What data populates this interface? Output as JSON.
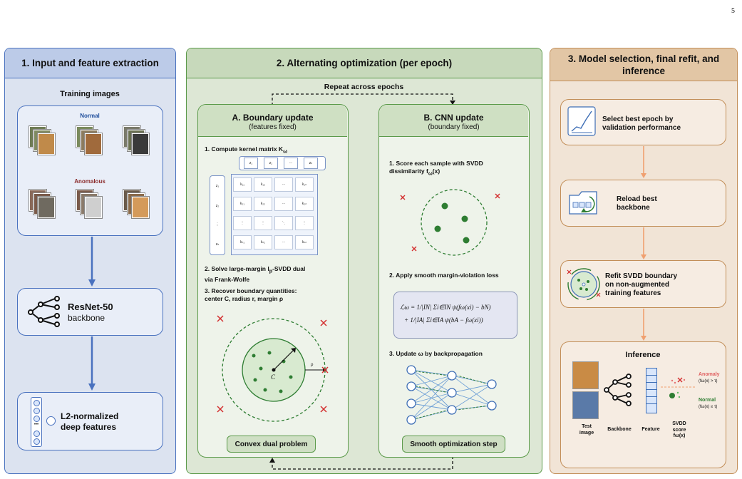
{
  "page_number": "5",
  "panel1": {
    "title": "1. Input and feature extraction",
    "training_images": "Training images",
    "normal": "Normal",
    "anomalous": "Anomalous",
    "backbone_name": "ResNet-50",
    "backbone_sub": "backbone",
    "features_line1": "L2-normalized",
    "features_line2": "deep features",
    "vector_dots": "•••"
  },
  "panel2": {
    "title": "2. Alternating optimization (per epoch)",
    "repeat": "Repeat across epochs",
    "a_title": "A. Boundary update",
    "a_sub": "(features fixed)",
    "a_step1": "1. Compute kernel matrix K",
    "a_step1_sub": "ω",
    "a_step2_l1": "2. Solve large-margin l",
    "a_step2_sub": "p",
    "a_step2_l1b": "-SVDD dual",
    "a_step2_l2": "via Frank-Wolfe",
    "a_step3_l1": "3. Recover boundary quantities:",
    "a_step3_l2": "center C, radius r, margin ρ",
    "center_label": "C",
    "rho_label": "ρ",
    "a_footer": "Convex dual problem",
    "matrix_top": [
      "z₁",
      "z₂",
      "···",
      "zₙ"
    ],
    "matrix_left": [
      "z₁",
      "z₂",
      "⋮",
      "zₙ"
    ],
    "matrix_rows": [
      [
        "k₁₁",
        "k₁₂",
        "···",
        "k₁ₙ"
      ],
      [
        "k₂₁",
        "k₂₂",
        "···",
        "k₂ₙ"
      ],
      [
        "⋮",
        "⋮",
        "⋱",
        "⋮"
      ],
      [
        "kₙ₁",
        "kₙ₂",
        "···",
        "kₙₙ"
      ]
    ],
    "b_title": "B. CNN update",
    "b_sub": "(boundary fixed)",
    "b_step1_l1": "1. Score each sample with SVDD",
    "b_step1_l2": "dissimilarity f",
    "b_step1_sub": "ω",
    "b_step1_end": "(x)",
    "b_step2": "2. Apply smooth margin-violation loss",
    "loss_line1": "ℒω = 1/|IN| Σi∈IN ψ(fω(xi) − bN)",
    "loss_line2": "+ 1/|IA| Σi∈IA ψ(bA − fω(xi))",
    "b_step3": "3. Update ω by backpropagation",
    "b_footer": "Smooth optimization step"
  },
  "panel3": {
    "title": "3. Model selection, final refit, and inference",
    "step1_l1": "Select best epoch by",
    "step1_l2": "validation performance",
    "step2_l1": "Reload best",
    "step2_l2": "backbone",
    "step3_l1": "Refit SVDD boundary",
    "step3_l2": "on non-augmented",
    "step3_l3": "training features",
    "inference_title": "Inference",
    "anomaly_label": "Anomaly",
    "anomaly_cond": "(fω(x) > τ)",
    "normal_label": "Normal",
    "normal_cond": "(fω(x) ≤ τ)",
    "cap_test": "Test image",
    "cap_backbone": "Backbone",
    "cap_feature": "Feature",
    "cap_score_l1": "SVDD",
    "cap_score_l2": "score",
    "cap_score_l3": "fω(x)"
  },
  "colors": {
    "blue": "#4a72bf",
    "green": "#5b9a4a",
    "orange": "#c28e58",
    "point_green": "#2e7d32",
    "anomaly_red": "#d32f2f",
    "arrow_orange": "#f0a070"
  }
}
